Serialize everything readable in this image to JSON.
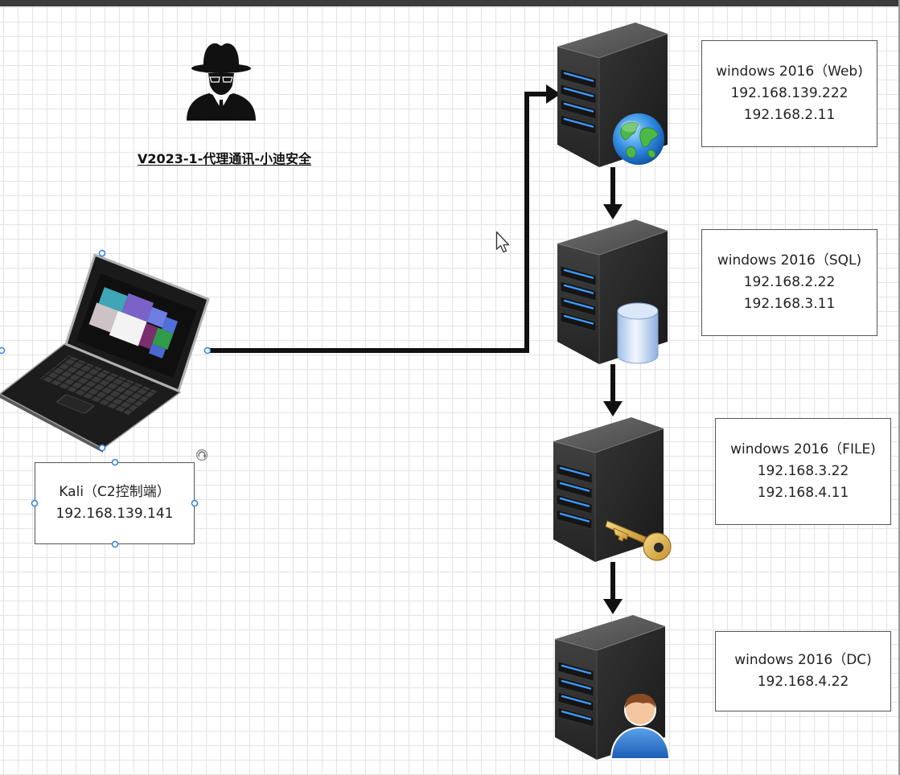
{
  "title": "V2023-1-代理通讯-小迪安全",
  "attacker": {
    "icon": "hacker-icon"
  },
  "client": {
    "icon": "laptop-icon",
    "label_lines": [
      "Kali（C2控制端）",
      "192.168.139.141"
    ]
  },
  "servers": [
    {
      "icon": "server-icon",
      "badge_icon": "globe-icon",
      "label_lines": [
        "windows 2016（Web)",
        "192.168.139.222",
        "192.168.2.11"
      ]
    },
    {
      "icon": "server-icon",
      "badge_icon": "database-icon",
      "label_lines": [
        "windows 2016（SQL)",
        "192.168.2.22",
        "192.168.3.11"
      ]
    },
    {
      "icon": "server-icon",
      "badge_icon": "key-icon",
      "label_lines": [
        "windows 2016（FILE)",
        "192.168.3.22",
        "192.168.4.11"
      ]
    },
    {
      "icon": "server-icon",
      "badge_icon": "user-icon",
      "label_lines": [
        "windows 2016（DC)",
        "192.168.4.22"
      ]
    }
  ],
  "selection": {
    "handle_icon": "resize-handle-icon",
    "rotate_icon": "rotate-handle-icon"
  },
  "pointer": {
    "icon": "mouse-cursor-icon"
  },
  "colors": {
    "grid": "#e3e3e3",
    "top_bar": "#3c3c3c",
    "connector": "#111111",
    "led": "#3d9bff",
    "handle": "#2f7fe6",
    "box_border": "#555555",
    "text": "#222222",
    "edge": "#9a9a9a"
  }
}
